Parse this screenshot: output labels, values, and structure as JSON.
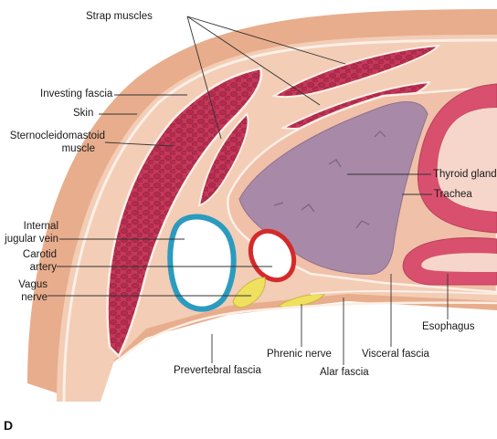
{
  "panel_letter": "D",
  "labels": {
    "strap_muscles": "Strap muscles",
    "investing_fascia": "Investing fascia",
    "skin": "Skin",
    "sternocleidomastoid_line1": "Sternocleidomastoid",
    "sternocleidomastoid_line2": "muscle",
    "internal_jugular_line1": "Internal",
    "internal_jugular_line2": "jugular vein",
    "carotid_line1": "Carotid",
    "carotid_line2": "artery",
    "vagus_line1": "Vagus",
    "vagus_line2": "nerve",
    "thyroid_gland": "Thyroid gland",
    "trachea": "Trachea",
    "esophagus": "Esophagus",
    "phrenic_nerve": "Phrenic nerve",
    "visceral_fascia": "Visceral fascia",
    "prevertebral_fascia": "Prevertebral fascia",
    "alar_fascia": "Alar fascia"
  },
  "colors": {
    "skin": "#e8ad8c",
    "subcutaneous": "#f3cdb6",
    "fascia_line": "#fbefe6",
    "muscle": "#c5385a",
    "muscle_dark": "#9e2444",
    "thyroid": "#a88aa8",
    "trachea": "#d9506e",
    "vein_ring": "#2b9bbf",
    "artery_ring": "#d42a2a",
    "nerve": "#efe060",
    "leader_line": "#333333"
  }
}
